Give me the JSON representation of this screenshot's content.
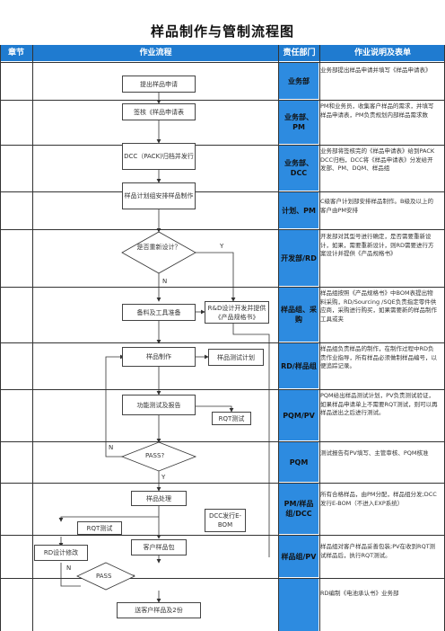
{
  "title": "样品制作与管制流程图",
  "headers": {
    "stage": "章节",
    "flow": "作业流程",
    "dept": "责任部门",
    "desc": "作业说明及表单"
  },
  "flow": {
    "submit_request": "提出样品申请",
    "sign_form": "签核《样品申请表",
    "dcc_archive": "DCC（PACK)归档并发行",
    "plan_sample": "样品计划组安排样品制作",
    "decision_new_design": "是否重新设计？",
    "prepare_material": "备料及工具准备",
    "rd_design_spec": "R&D设计开发并提供《产品规格书》",
    "make_sample": "样品制作",
    "test_plan": "样品测试计划",
    "function_test": "功能测试及报告",
    "rqt_test_1": "RQT测试",
    "pass_1": "PASS?",
    "sample_process": "样品处理",
    "dcc_ebom": "DCC发行E-BOM",
    "rqt_test_2": "RQT测试",
    "customer_pack": "客户样品包",
    "rd_modify": "RD设计修改",
    "pass_2": "PASS",
    "send_sample": "送客户样品及2份",
    "yes_label": "Y",
    "no_label": "N"
  },
  "rows": [
    {
      "dept": "业务部",
      "desc": "业务部提出样品申请并填写《样品申请表》"
    },
    {
      "dept": "业务部、PM",
      "desc": "PM和业务员，收集客户样品的需求，并填写样品申请表，PM负责规划内部样品需求数"
    },
    {
      "dept": "业务部、DCC",
      "desc": "业务部将签核完的《样品申请表》给到PACK DCC归档，DCC将《样品申请表》分发给开发部、PM、DQM、样品组"
    },
    {
      "dept": "计划、PM",
      "desc": "C级客户计划部安排样品制作。B级及以上的客户由PM安排"
    },
    {
      "dept": "开发部/RD",
      "desc": "开发部对其型号进行确定，是否需要重新设计，如果，需要重新设计，则RD需要进行方案设计并提供《产品规格书》"
    },
    {
      "dept": "样品组、采购",
      "desc": "样品组按照《产品规格书》中BOM表提出物料采购，RD/Sourcing /SQE负责指定零件供应商，采购进行购买，如果需要新的样品制作工具或夹"
    },
    {
      "dept": "RD/样品组",
      "desc": "样品组负责样品的制作，在制作过程中RD负责作业指导，所有样品必须做制样品编号，以便追踪记录。"
    },
    {
      "dept": "PQM/PV",
      "desc": "PQM给出样品测试计划，PV负责测试验证，如果样品申请单上不需要RQT测试，则可以再样品送出之后进行测试。"
    },
    {
      "dept": "PQM",
      "desc": "测试报告有PV填写、主管审核、PQM核准"
    },
    {
      "dept": "PM/样品组/DCC",
      "desc": "所有合格样品，由PM分配，样品组分发;DCC发行E-BOM（不进入EXP系统）"
    },
    {
      "dept": "样品组/PV",
      "desc": "样品组对客户样品妥善包装;PV在收到RQT测试样品后，执行RQT测试。"
    },
    {
      "dept": "",
      "desc": "RD编制《电池承认书》业务部"
    }
  ],
  "colors": {
    "header_bg": "#1f7bd0",
    "dept_bg": "#2d8be0",
    "line": "#333333"
  }
}
